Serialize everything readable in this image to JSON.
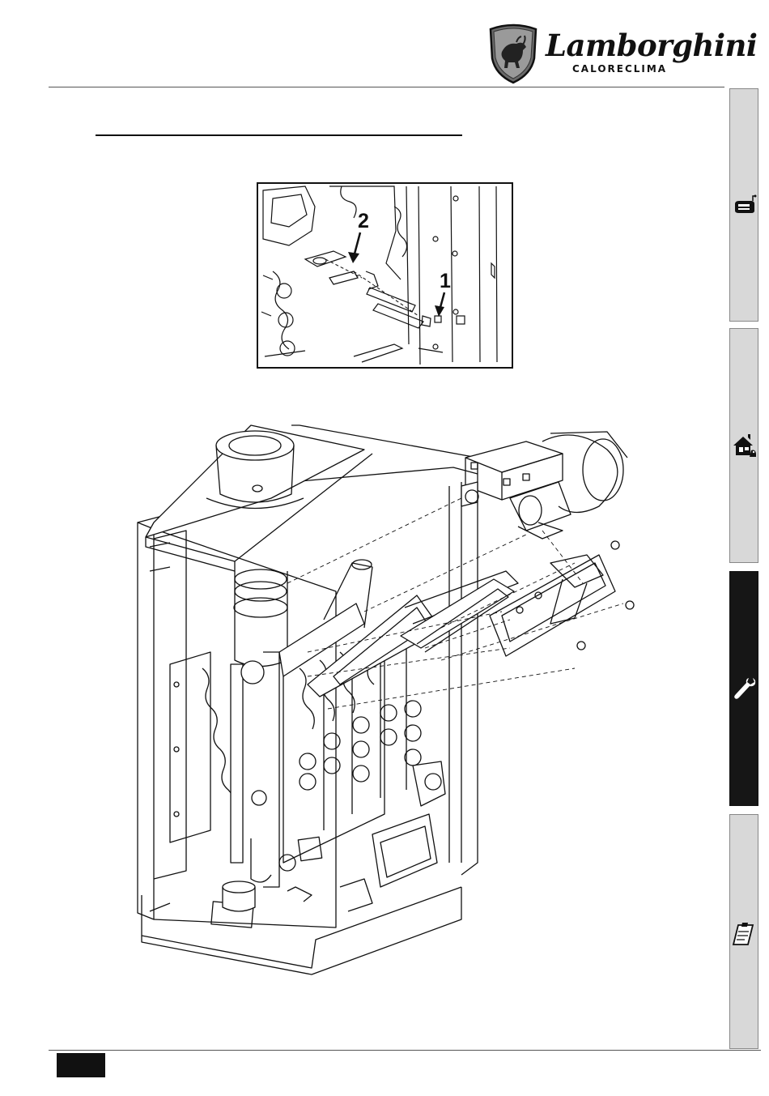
{
  "header": {
    "brand_name": "Lamborghini",
    "brand_subtitle": "CALORECLIMA",
    "brand_logo_icon": "bull-shield-icon"
  },
  "side_tabs": [
    {
      "icon": "boiler-icon",
      "active": false
    },
    {
      "icon": "house-icon",
      "active": false
    },
    {
      "icon": "wrench-icon",
      "active": true
    },
    {
      "icon": "clipboard-icon",
      "active": false
    }
  ],
  "figures": {
    "detail": {
      "callout_1": "1",
      "callout_2": "2"
    },
    "exploded_view": {
      "subject": "boiler-burner-assembly"
    }
  },
  "footer": {
    "page_number": ""
  },
  "colors": {
    "ink": "#111111",
    "tab_grey": "#d8d8d8",
    "tab_active": "#161616"
  }
}
